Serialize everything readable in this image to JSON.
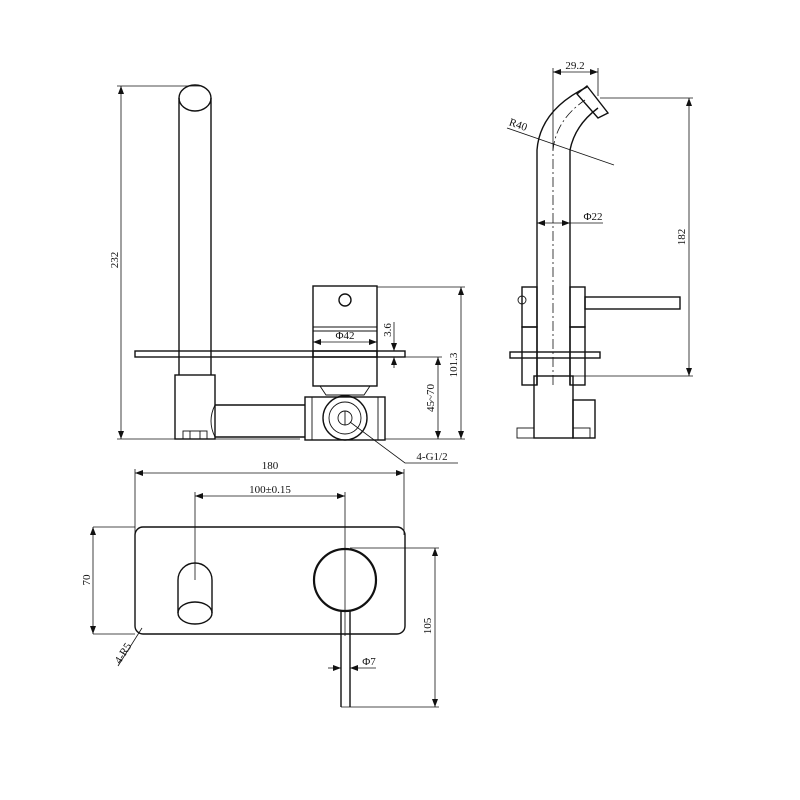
{
  "drawing": {
    "front_view": {
      "dimensions": {
        "spout_height": "232",
        "handle_diameter": "Φ42",
        "plate_thickness": "3.6",
        "wall_depth": "45~70",
        "handle_height": "101.3",
        "thread": "4-G1/2"
      }
    },
    "side_view": {
      "dimensions": {
        "spout_offset": "29.2",
        "bend_radius": "R40",
        "spout_diameter": "Φ22",
        "spout_height": "182"
      }
    },
    "plan_view": {
      "dimensions": {
        "plate_width": "180",
        "centre_distance": "100±0.15",
        "plate_height": "70",
        "corner_radius": "4-R5",
        "lever_diameter": "Φ7",
        "lever_reach": "105"
      }
    },
    "line_color": "#111111",
    "background_color": "#ffffff"
  }
}
